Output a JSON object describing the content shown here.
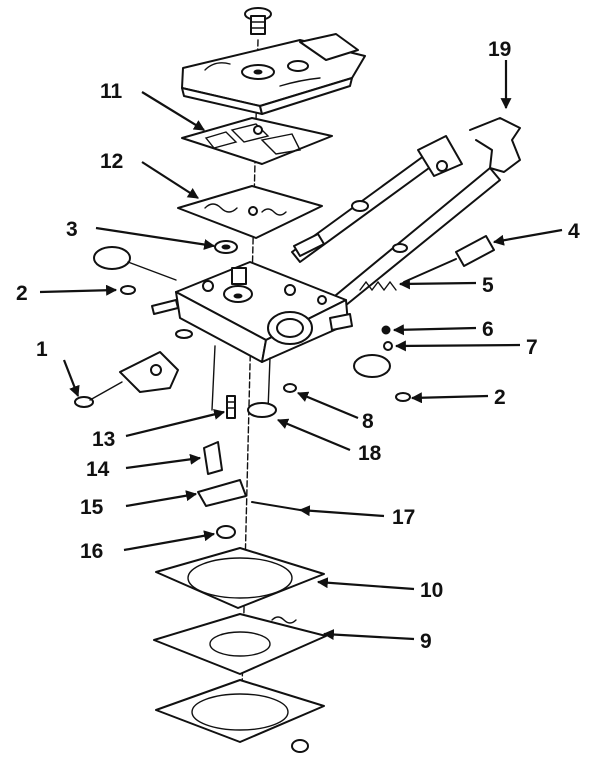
{
  "callouts": [
    {
      "id": "1",
      "label": "1"
    },
    {
      "id": "2a",
      "label": "2"
    },
    {
      "id": "2b",
      "label": "2"
    },
    {
      "id": "3",
      "label": "3"
    },
    {
      "id": "4",
      "label": "4"
    },
    {
      "id": "5",
      "label": "5"
    },
    {
      "id": "6",
      "label": "6"
    },
    {
      "id": "7",
      "label": "7"
    },
    {
      "id": "8",
      "label": "8"
    },
    {
      "id": "9",
      "label": "9"
    },
    {
      "id": "10",
      "label": "10"
    },
    {
      "id": "11",
      "label": "11"
    },
    {
      "id": "12",
      "label": "12"
    },
    {
      "id": "13",
      "label": "13"
    },
    {
      "id": "14",
      "label": "14"
    },
    {
      "id": "15",
      "label": "15"
    },
    {
      "id": "16",
      "label": "16"
    },
    {
      "id": "17",
      "label": "17"
    },
    {
      "id": "18",
      "label": "18"
    },
    {
      "id": "19",
      "label": "19"
    }
  ],
  "colors": {
    "ink": "#111111",
    "paper": "#ffffff"
  }
}
